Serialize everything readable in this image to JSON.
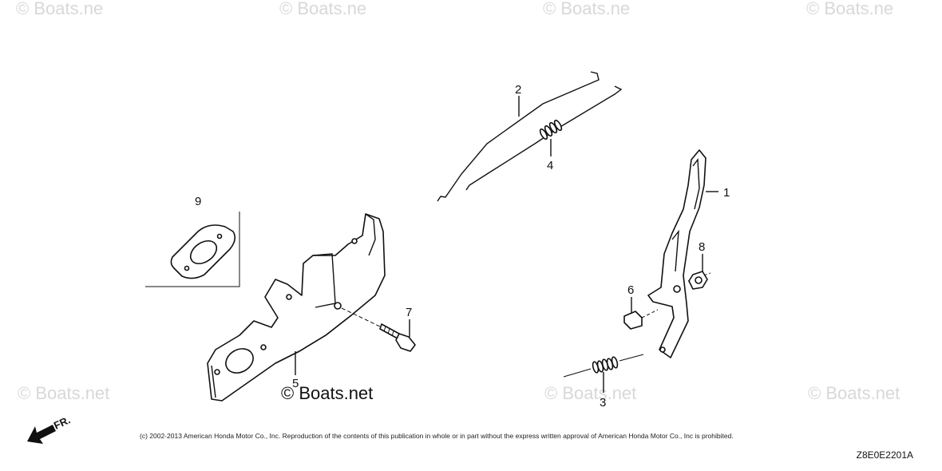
{
  "watermark": {
    "text": "© Boats.net",
    "partial_text": "© Boats.ne"
  },
  "brand_watermark": "© Boats.net",
  "callouts": [
    "1",
    "2",
    "3",
    "4",
    "5",
    "6",
    "7",
    "8",
    "9"
  ],
  "front_indicator": "FR.",
  "copyright": "(c) 2002-2013 American Honda Motor Co., Inc. Reproduction of the contents of this publication in whole or in part without the express written approval of American Honda Motor Co., Inc is prohibited.",
  "diagram_code": "Z8E0E2201A"
}
